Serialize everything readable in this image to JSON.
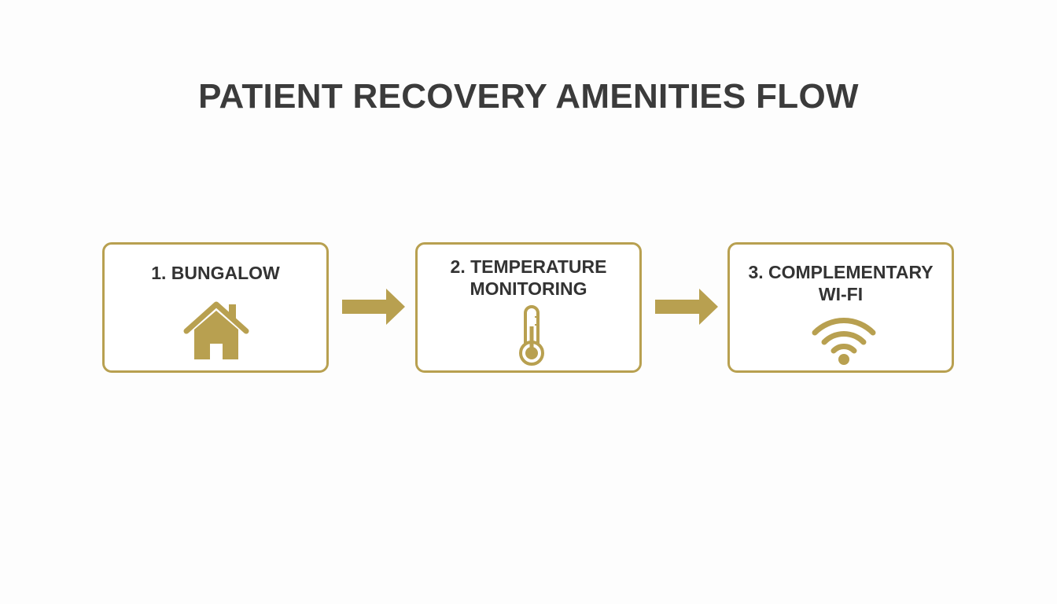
{
  "title": "PATIENT RECOVERY AMENITIES FLOW",
  "colors": {
    "accent": "#b8a050",
    "text": "#333333",
    "background": "#ffffff"
  },
  "steps": [
    {
      "label": "1. BUNGALOW",
      "icon": "house-icon"
    },
    {
      "label": "2. TEMPERATURE\nMONITORING",
      "icon": "thermometer-icon"
    },
    {
      "label": "3. COMPLEMENTARY\nWI-FI",
      "icon": "wifi-icon"
    }
  ],
  "connectors": [
    "arrow-right-icon",
    "arrow-right-icon"
  ]
}
